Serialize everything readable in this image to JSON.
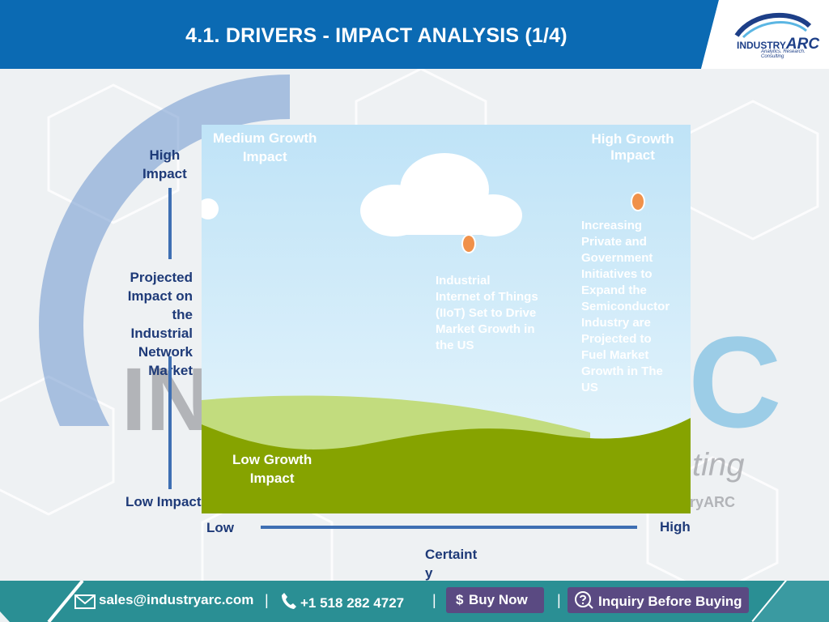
{
  "header": {
    "title": "4.1. DRIVERS - IMPACT ANALYSIS (1/4)"
  },
  "logo": {
    "prefix": "INDUSTRY",
    "brand": "ARC",
    "tagline": "Analytics. Research. Consulting"
  },
  "watermark": {
    "left": "IN",
    "right": "C",
    "tagline_fragment": "ting",
    "name_fragment": "ryARC"
  },
  "y_axis": {
    "top": "High\nImpact",
    "middle": "Projected\nImpact on\nthe\nIndustrial\nNetwork\nMarket",
    "bottom": "Low Impact"
  },
  "x_axis": {
    "left": "Low",
    "right": "High",
    "label": "Certaint\ny"
  },
  "quadrants": {
    "medium": "Medium Growth\nImpact",
    "high": "High Growth Impact",
    "low": "Low Growth\nImpact"
  },
  "drivers": [
    {
      "text": "Industrial\nInternet of Things\n(IIoT) Set to Drive\nMarket Growth in\nthe US"
    },
    {
      "text": "Increasing\nPrivate and\nGovernment\nInitiatives to\nExpand the\nSemiconductor\nIndustry are\nProjected to\nFuel Market\nGrowth in The\nUS"
    }
  ],
  "footer": {
    "email": "sales@industryarc.com",
    "phone": "+1 518 282 4727",
    "buy": "Buy Now",
    "inquiry": "Inquiry Before Buying",
    "sep": "|"
  },
  "colors": {
    "header": "#0b6ab3",
    "footer": "#2a8f94",
    "accent_orange": "#f0914a",
    "hill_dark": "#86a300",
    "hill_light": "#c2dc7e"
  }
}
